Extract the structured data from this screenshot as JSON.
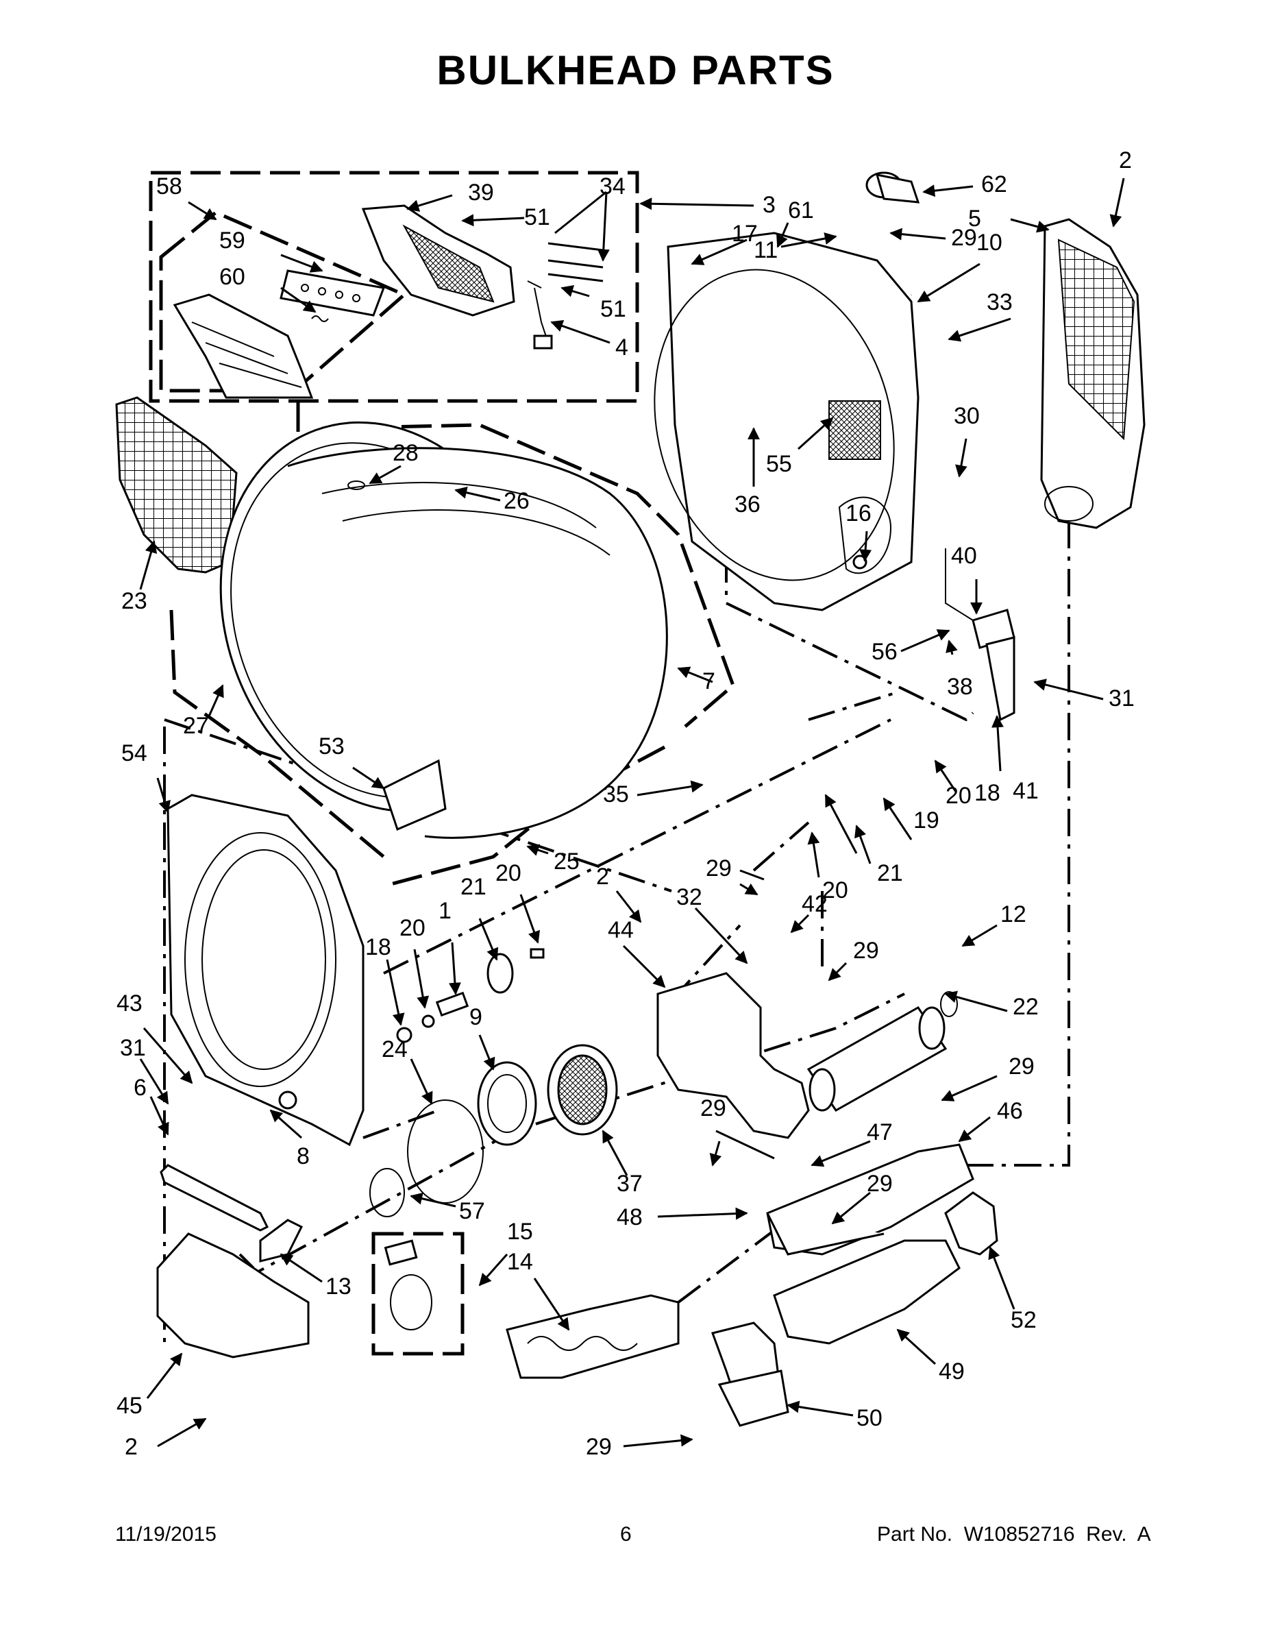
{
  "title": "BULKHEAD PARTS",
  "footer": {
    "date": "11/19/2015",
    "page": "6",
    "part_no": "Part No.  W10852716  Rev.  A"
  },
  "callouts": [
    "58",
    "39",
    "34",
    "3",
    "61",
    "62",
    "2",
    "5",
    "59",
    "51",
    "17",
    "29",
    "60",
    "11",
    "10",
    "33",
    "51",
    "4",
    "30",
    "55",
    "36",
    "16",
    "28",
    "26",
    "23",
    "40",
    "56",
    "38",
    "31",
    "7",
    "27",
    "54",
    "53",
    "35",
    "18",
    "41",
    "20",
    "19",
    "21",
    "20",
    "25",
    "29",
    "42",
    "12",
    "29",
    "44",
    "32",
    "2",
    "18",
    "20",
    "1",
    "21",
    "20",
    "9",
    "22",
    "43",
    "31",
    "24",
    "29",
    "46",
    "6",
    "8",
    "37",
    "47",
    "29",
    "29",
    "57",
    "48",
    "15",
    "14",
    "13",
    "52",
    "45",
    "49",
    "50",
    "2",
    "29"
  ]
}
